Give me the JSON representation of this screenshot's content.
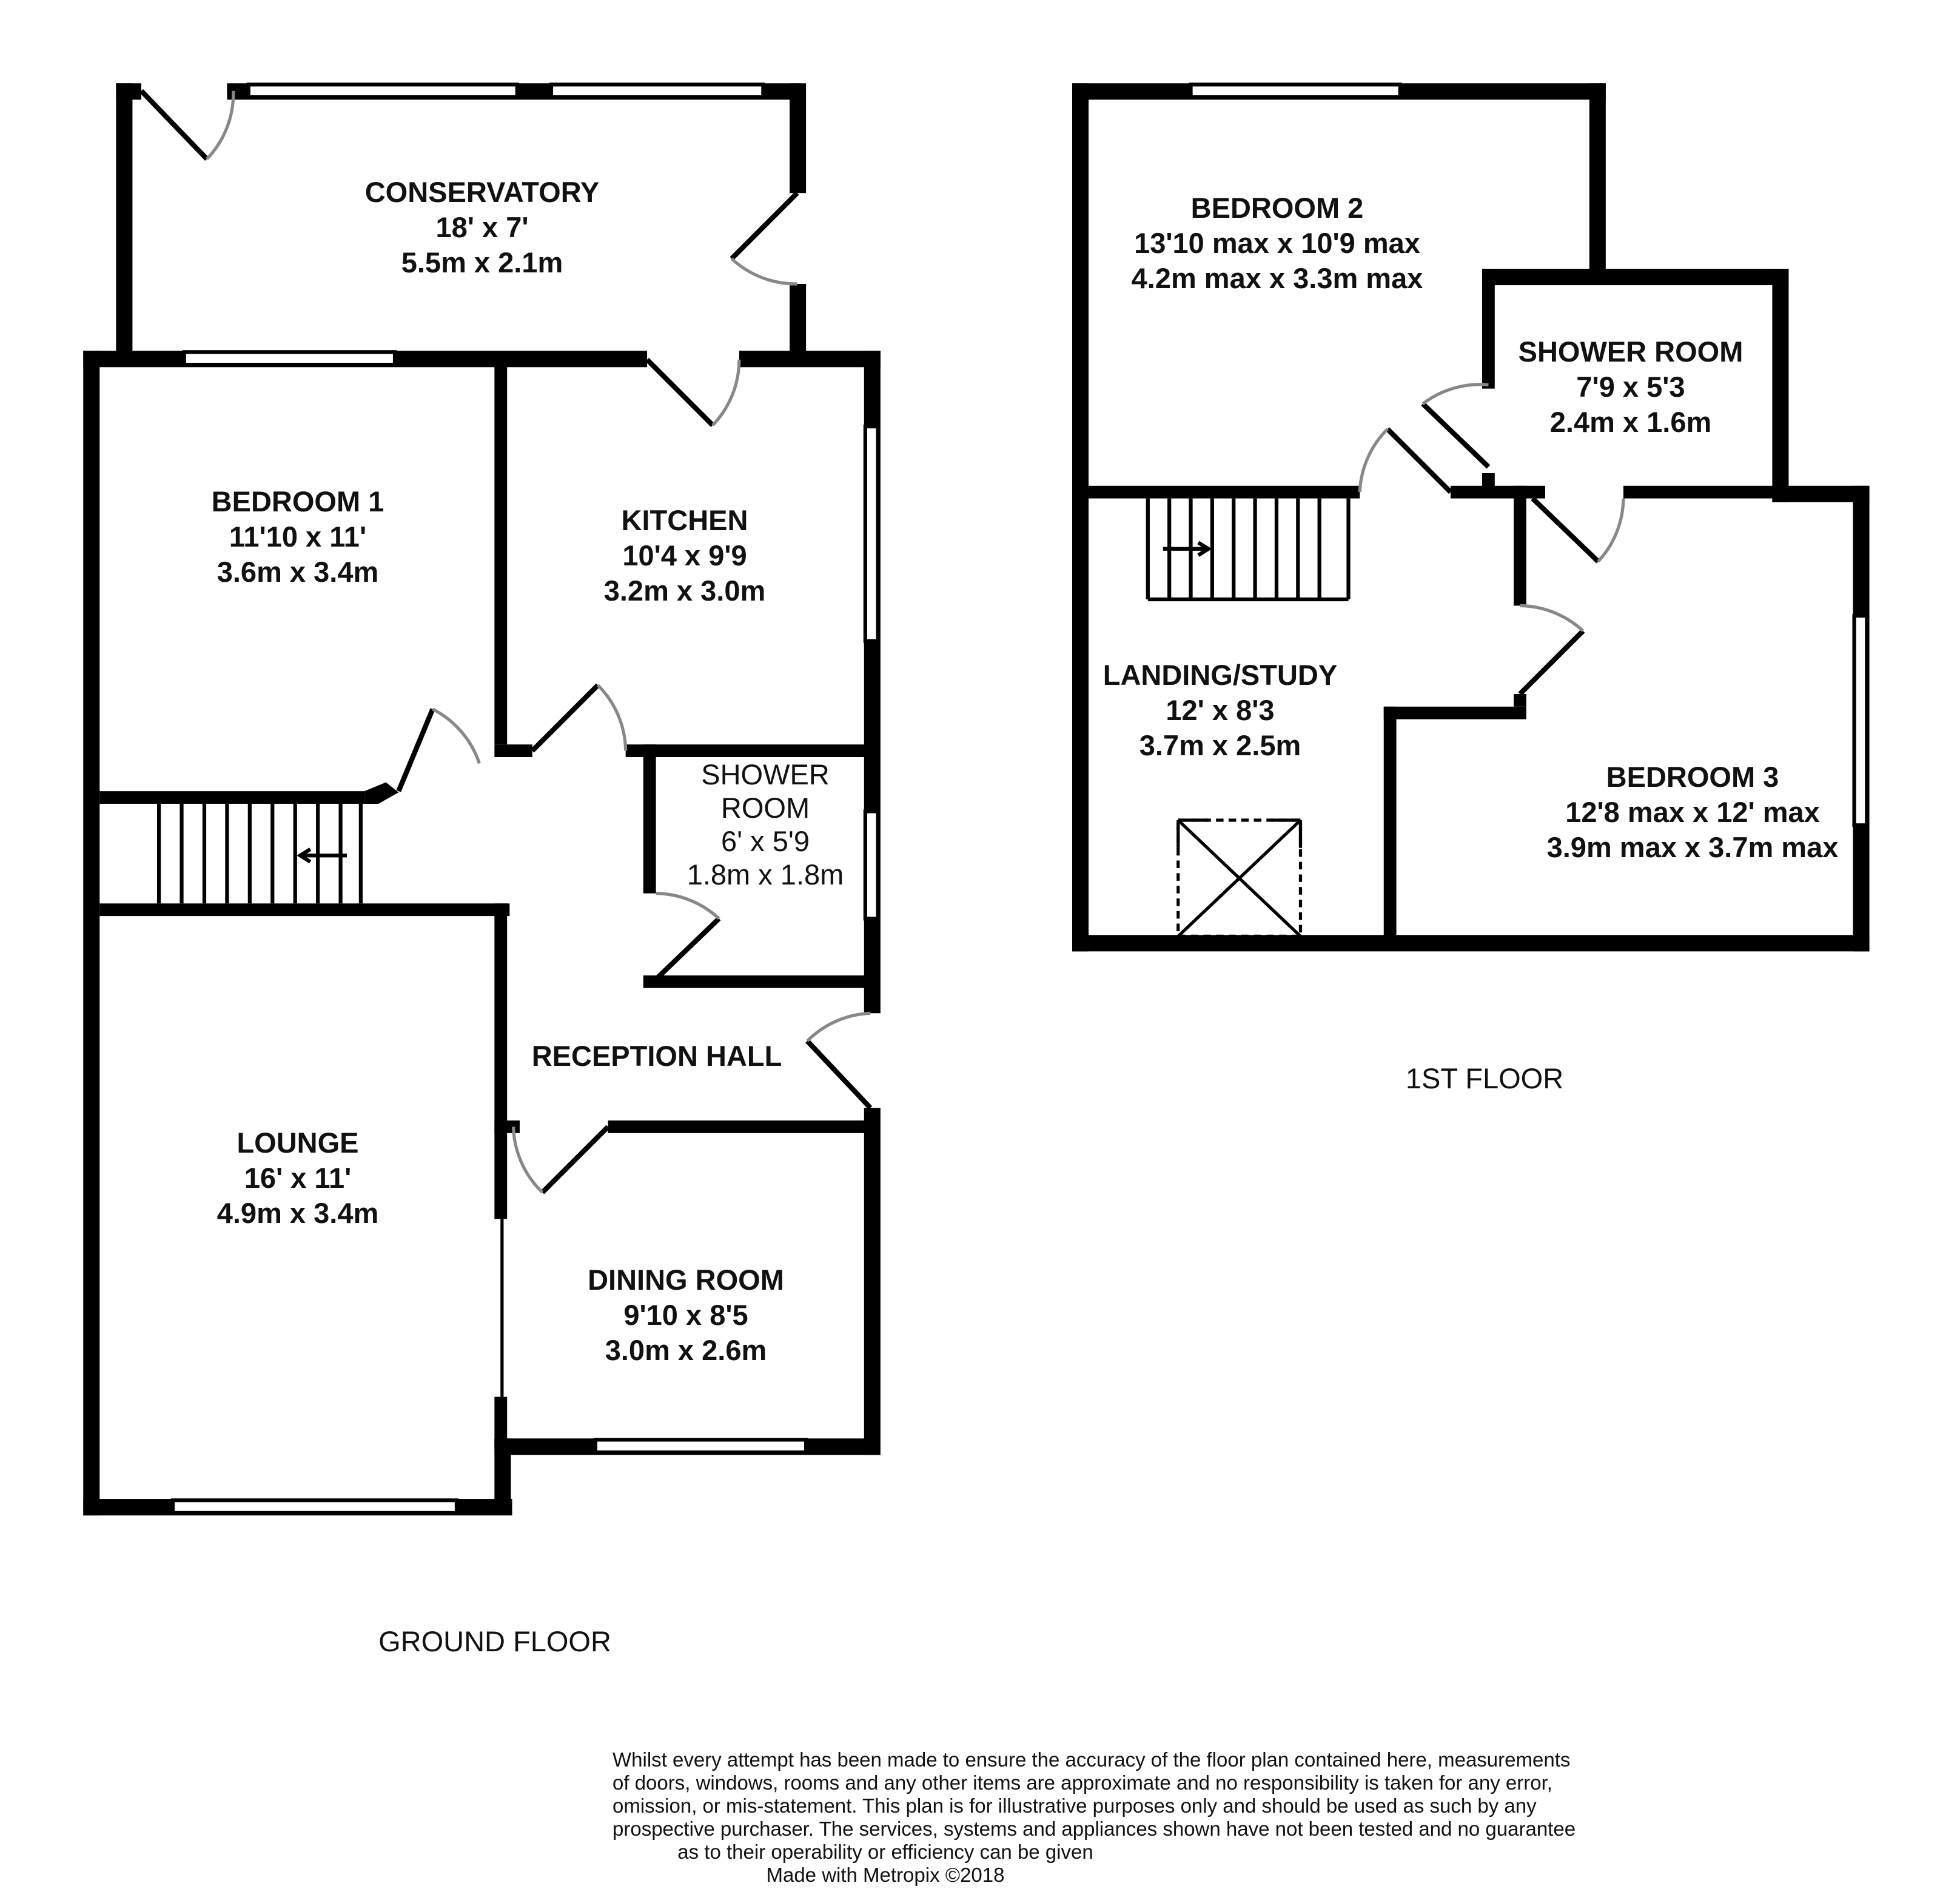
{
  "ground_floor": {
    "label": "GROUND FLOOR",
    "rooms": [
      {
        "id": "conservatory",
        "lines": [
          "CONSERVATORY",
          "18' x 7'",
          "5.5m x 2.1m"
        ]
      },
      {
        "id": "bedroom-1",
        "lines": [
          "BEDROOM 1",
          "11'10 x 11'",
          "3.6m x 3.4m"
        ]
      },
      {
        "id": "kitchen",
        "lines": [
          "KITCHEN",
          "10'4 x 9'9",
          "3.2m x 3.0m"
        ]
      },
      {
        "id": "shower-room-ground",
        "lines": [
          "SHOWER",
          "ROOM",
          "6' x 5'9",
          "1.8m x 1.8m"
        ]
      },
      {
        "id": "reception-hall",
        "lines": [
          "RECEPTION HALL"
        ]
      },
      {
        "id": "lounge",
        "lines": [
          "LOUNGE",
          "16' x 11'",
          "4.9m x 3.4m"
        ]
      },
      {
        "id": "dining-room",
        "lines": [
          "DINING ROOM",
          "9'10 x 8'5",
          "3.0m x 2.6m"
        ]
      }
    ]
  },
  "first_floor": {
    "label": "1ST FLOOR",
    "rooms": [
      {
        "id": "bedroom-2",
        "lines": [
          "BEDROOM 2",
          "13'10 max x 10'9 max",
          "4.2m max x 3.3m max"
        ]
      },
      {
        "id": "shower-room-first",
        "lines": [
          "SHOWER ROOM",
          "7'9 x 5'3",
          "2.4m x 1.6m"
        ]
      },
      {
        "id": "landing-study",
        "lines": [
          "LANDING/STUDY",
          "12' x 8'3",
          "3.7m x 2.5m"
        ]
      },
      {
        "id": "bedroom-3",
        "lines": [
          "BEDROOM 3",
          "12'8 max x 12' max",
          "3.9m max x 3.7m max"
        ]
      }
    ]
  },
  "disclaimer": {
    "lines": [
      "Whilst every attempt has been made to ensure the accuracy of the floor plan contained here, measurements",
      "of doors, windows, rooms and any other items are approximate and no responsibility is taken for any error,",
      "omission, or mis-statement. This plan is for illustrative purposes only and should be used as such by any",
      "prospective purchaser. The services, systems and appliances shown have not been tested and no guarantee",
      "as to their operability or efficiency can be given"
    ],
    "credit": "Made with Metropix ©2018"
  }
}
